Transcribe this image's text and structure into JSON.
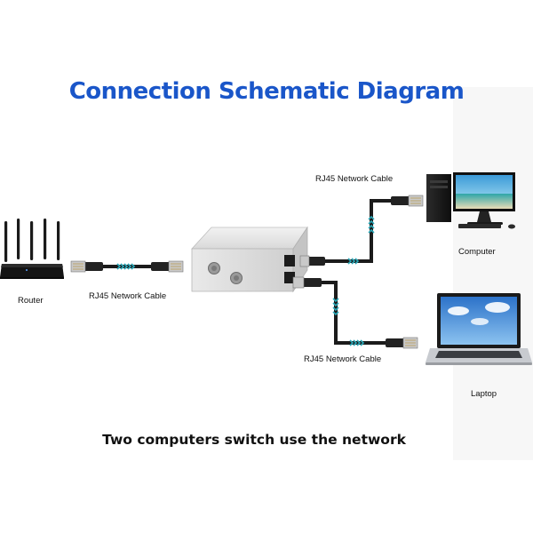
{
  "title": "Connection Schematic Diagram",
  "caption": "Two computers switch use the network",
  "devices": {
    "router": "Router",
    "computer": "Computer",
    "laptop": "Laptop"
  },
  "cables": {
    "router_link": "RJ45 Network Cable",
    "computer_link": "RJ45 Network Cable",
    "laptop_link": "RJ45 Network Cable"
  },
  "colors": {
    "title": "#1a56c9",
    "cable": "#1b1b1b",
    "cable_stripe": "#2aa8b8",
    "switch_body": "#e6e6e6"
  },
  "icons": [
    "router-icon",
    "switch-box-icon",
    "desktop-computer-icon",
    "laptop-icon",
    "rj45-plug-icon"
  ]
}
